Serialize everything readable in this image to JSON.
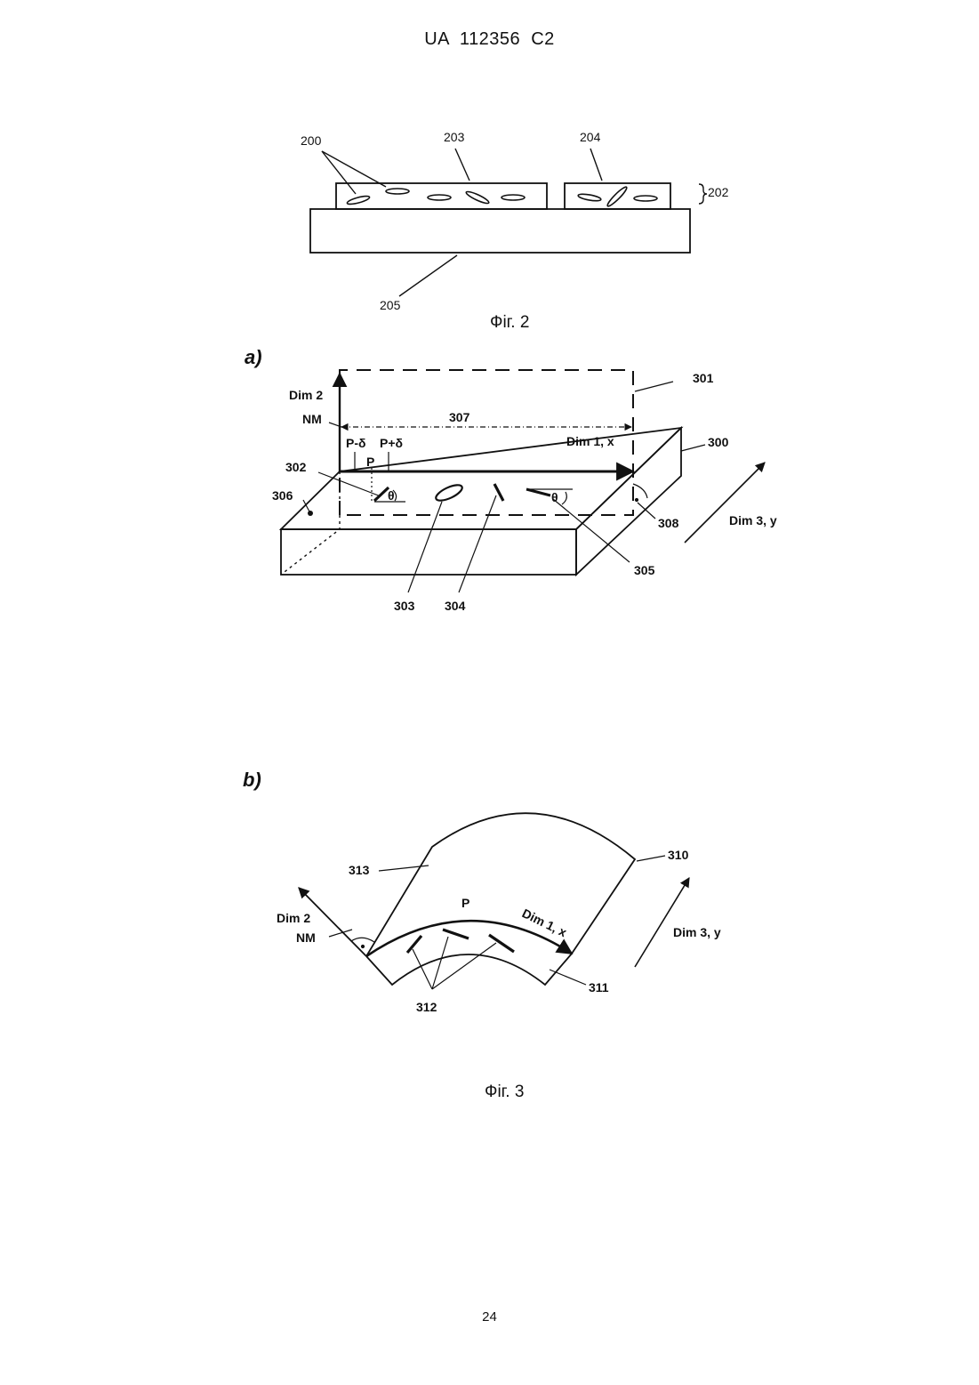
{
  "header": {
    "document_id": "UA 112356 C2"
  },
  "figure2": {
    "caption": "Фіг. 2",
    "labels": {
      "molecules": "200",
      "layer_group": "202",
      "region_left": "203",
      "region_right": "204",
      "substrate": "205"
    }
  },
  "figure3": {
    "caption": "Фіг. 3",
    "panel_a": {
      "panel_label": "a)",
      "labels": {
        "dim2": "Dim 2",
        "nm": "NM",
        "p_minus_delta": "P-δ",
        "p_plus_delta": "P+δ",
        "p": "P",
        "dim1": "Dim 1, x",
        "dim3": "Dim 3, y",
        "theta_left": "θ",
        "theta_right": "θ",
        "ref_300": "300",
        "ref_301": "301",
        "ref_302": "302",
        "ref_303": "303",
        "ref_304": "304",
        "ref_305": "305",
        "ref_306": "306",
        "ref_307": "307",
        "ref_308": "308"
      }
    },
    "panel_b": {
      "panel_label": "b)",
      "labels": {
        "dim2": "Dim 2",
        "nm": "NM",
        "p": "P",
        "dim1": "Dim 1, x",
        "dim3": "Dim 3, y",
        "ref_310": "310",
        "ref_311": "311",
        "ref_312": "312",
        "ref_313": "313"
      }
    }
  },
  "footer": {
    "page_number": "24"
  }
}
